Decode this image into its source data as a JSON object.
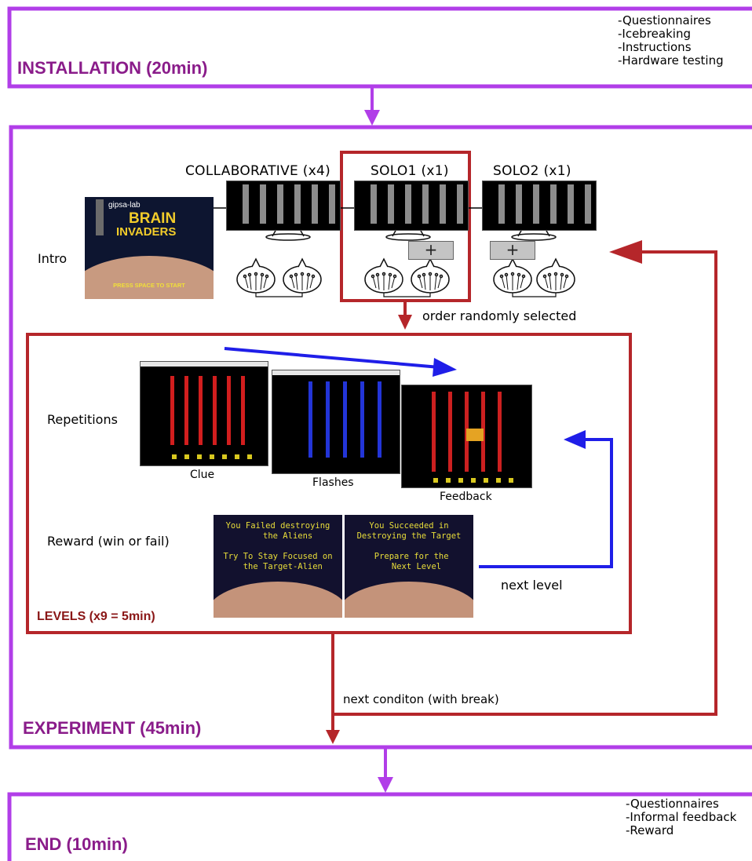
{
  "colors": {
    "phase_border": "#b13ee8",
    "phase_title": "#8a1c8a",
    "condition_red": "#b5262a",
    "blue_arrow": "#1f1ee8"
  },
  "installation": {
    "title": "INSTALLATION (20min)",
    "notes": [
      "-Questionnaires",
      "-Icebreaking",
      "-Instructions",
      "-Hardware testing"
    ]
  },
  "experiment": {
    "title": "EXPERIMENT (45min)",
    "intro_label": "Intro",
    "intro_game": {
      "brand": "gipsa-lab",
      "title_line1": "BRAIN",
      "title_line2": "INVADERS",
      "start_prompt": "PRESS SPACE TO START"
    },
    "conditions": [
      {
        "label": "COLLABORATIVE (x4)"
      },
      {
        "label": "SOLO1 (x1)"
      },
      {
        "label": "SOLO2 (x1)"
      }
    ],
    "order_note": "order randomly selected",
    "next_condition": "next conditon (with break)"
  },
  "levels": {
    "title": "LEVELS (x9 = 5min)",
    "repetitions_label": "Repetitions",
    "reward_label": "Reward (win or fail)",
    "captions": {
      "clue": "Clue",
      "flashes": "Flashes",
      "feedback": "Feedback"
    },
    "reward_fail": "You Failed destroying\n    the Aliens\n\nTry To Stay Focused on\n  the Target-Alien",
    "reward_win": "You Succeeded in\nDestroying the Target\n\n Prepare for the\n   Next Level",
    "next_level": "next level"
  },
  "end": {
    "title": "END (10min)",
    "notes": [
      "-Questionnaires",
      "-Informal feedback",
      "-Reward"
    ]
  }
}
